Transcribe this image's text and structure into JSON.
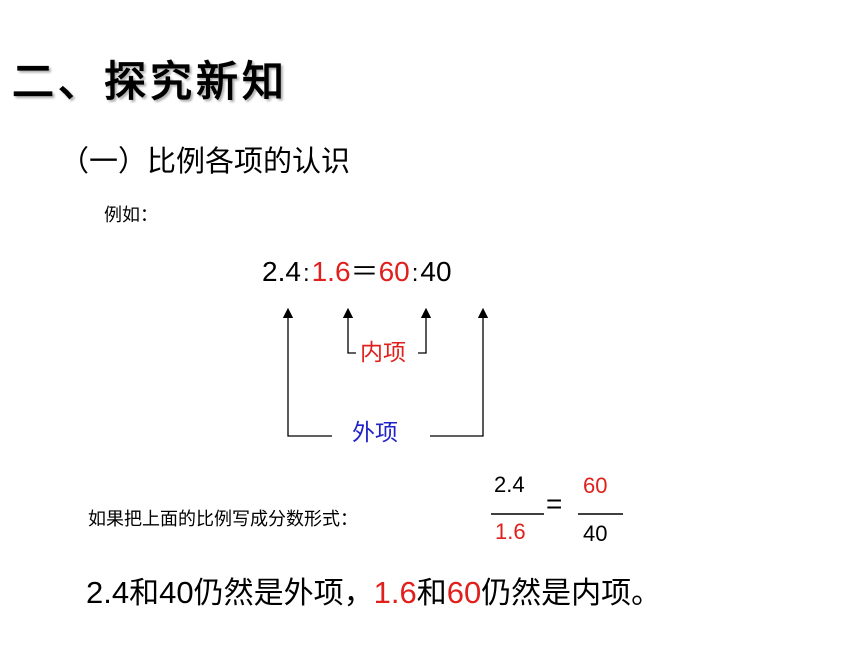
{
  "heading": "二、探究新知",
  "subheading": "（一）比例各项的认识",
  "example_label": "例如：",
  "ratio": {
    "a": "2.4",
    "sep1": ":",
    "b": "1.6",
    "equals": "＝",
    "c": "60",
    "sep2": ":",
    "d": "40"
  },
  "inner_terms_label": "内项",
  "outer_terms_label": "外项",
  "fraction_intro": "如果把上面的比例写成分数形式：",
  "fraction": {
    "left_numerator": "2.4",
    "left_denominator": "1.6",
    "equals": "=",
    "right_numerator": "60",
    "right_denominator": "40"
  },
  "conclusion": {
    "part1": "2.4",
    "part2": "和",
    "part3": "40",
    "part4": "仍然是外项，",
    "part5": "1.6",
    "part6": "和",
    "part7": "60",
    "part8": "仍然是内项。"
  },
  "colors": {
    "highlight_red": "#e0201c",
    "label_blue": "#1f22c8",
    "text": "#000000"
  }
}
